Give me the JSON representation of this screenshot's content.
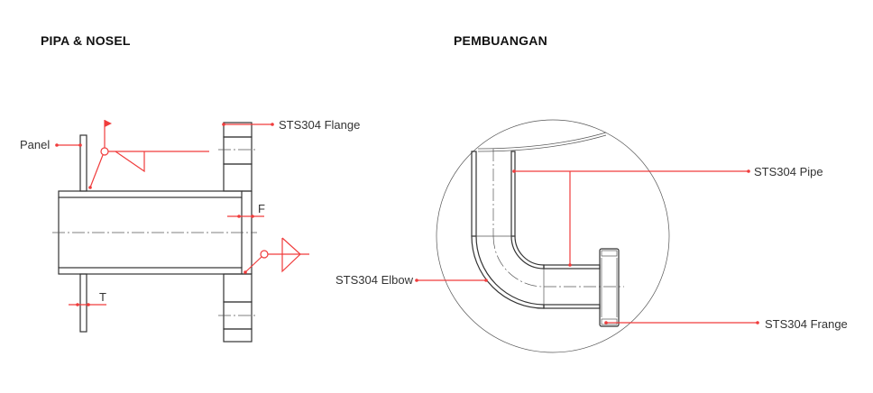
{
  "left_drawing": {
    "title": "PIPA & NOSEL",
    "labels": {
      "panel": "Panel",
      "flange": "STS304 Flange",
      "f_dim": "F",
      "t_dim": "T"
    }
  },
  "right_drawing": {
    "title": "PEMBUANGAN",
    "labels": {
      "pipe": "STS304 Pipe",
      "elbow": "STS304 Elbow",
      "frange": "STS304 Frange"
    }
  },
  "colors": {
    "annotation": "#f03c3c",
    "line": "#333333"
  }
}
